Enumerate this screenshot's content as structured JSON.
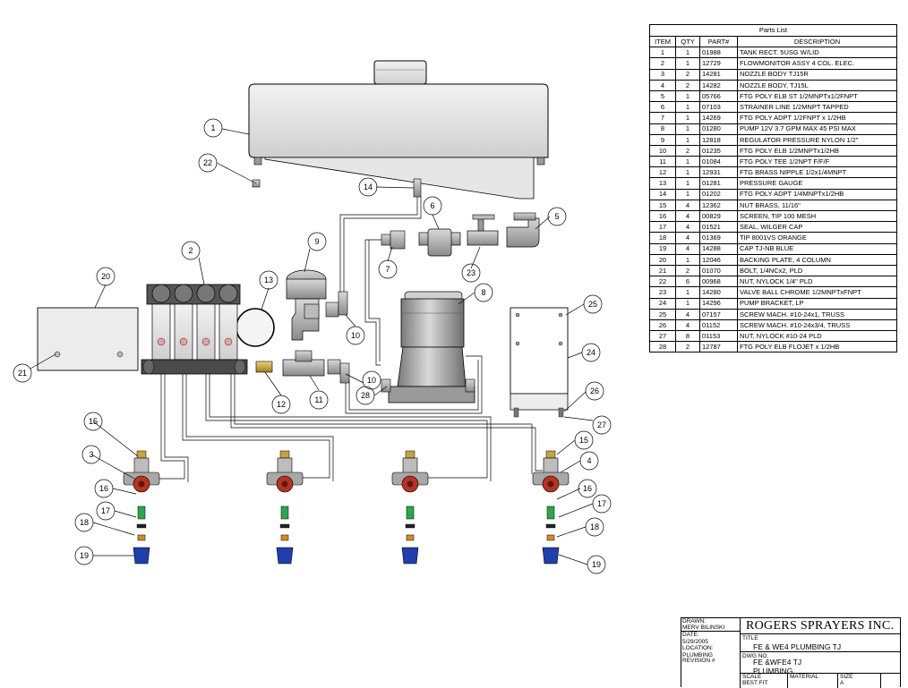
{
  "parts_list": {
    "title": "Parts List",
    "headers": {
      "item": "ITEM",
      "qty": "QTY",
      "part": "PART#",
      "description": "DESCRIPTION"
    },
    "rows": [
      {
        "item": "1",
        "qty": "1",
        "part": "01988",
        "description": "TANK RECT. 5USG W/LID"
      },
      {
        "item": "2",
        "qty": "1",
        "part": "12729",
        "description": "FLOWMONITOR ASSY 4 COL. ELEC."
      },
      {
        "item": "3",
        "qty": "2",
        "part": "14281",
        "description": "NOZZLE BODY TJ15R"
      },
      {
        "item": "4",
        "qty": "2",
        "part": "14282",
        "description": "NOZZLE BODY, TJ15L"
      },
      {
        "item": "5",
        "qty": "1",
        "part": "05766",
        "description": "FTG POLY ELB ST 1/2MNPTx1/2FNPT"
      },
      {
        "item": "6",
        "qty": "1",
        "part": "07103",
        "description": "STRAINER LINE 1/2MNPT TAPPED"
      },
      {
        "item": "7",
        "qty": "1",
        "part": "14269",
        "description": "FTG POLY ADPT 1/2FNPT x 1/2HB"
      },
      {
        "item": "8",
        "qty": "1",
        "part": "01280",
        "description": "PUMP 12V 3.7 GPM MAX 45 PSI MAX"
      },
      {
        "item": "9",
        "qty": "1",
        "part": "12818",
        "description": "REGULATOR PRESSURE NYLON 1/2\""
      },
      {
        "item": "10",
        "qty": "2",
        "part": "01235",
        "description": "FTG POLY ELB 1/2MNPTx1/2HB"
      },
      {
        "item": "11",
        "qty": "1",
        "part": "01084",
        "description": "FTG POLY TEE 1/2NPT F/F/F"
      },
      {
        "item": "12",
        "qty": "1",
        "part": "12931",
        "description": "FTG BRASS NIPPLE 1/2x1/4MNPT"
      },
      {
        "item": "13",
        "qty": "1",
        "part": "01281",
        "description": "PRESSURE GAUGE"
      },
      {
        "item": "14",
        "qty": "1",
        "part": "01202",
        "description": "FTG POLY ADPT 1/4MNPTx1/2HB"
      },
      {
        "item": "15",
        "qty": "4",
        "part": "12362",
        "description": "NUT BRASS, 11/16\""
      },
      {
        "item": "16",
        "qty": "4",
        "part": "00829",
        "description": "SCREEN, TIP 100 MESH"
      },
      {
        "item": "17",
        "qty": "4",
        "part": "01521",
        "description": "SEAL, WILGER CAP"
      },
      {
        "item": "18",
        "qty": "4",
        "part": "01369",
        "description": "TIP 8001VS ORANGE"
      },
      {
        "item": "19",
        "qty": "4",
        "part": "14288",
        "description": "CAP TJ-NB BLUE"
      },
      {
        "item": "20",
        "qty": "1",
        "part": "12046",
        "description": "BACKING PLATE, 4 COLUMN"
      },
      {
        "item": "21",
        "qty": "2",
        "part": "01070",
        "description": "BOLT, 1/4NCx2, PLD"
      },
      {
        "item": "22",
        "qty": "6",
        "part": "00968",
        "description": "NUT, NYLOCK 1/4\" PLD"
      },
      {
        "item": "23",
        "qty": "1",
        "part": "14280",
        "description": "VALVE BALL CHROME 1/2MNPTxFNPT"
      },
      {
        "item": "24",
        "qty": "1",
        "part": "14296",
        "description": "PUMP BRACKET, LP"
      },
      {
        "item": "25",
        "qty": "4",
        "part": "07157",
        "description": "SCREW MACH. #10-24x1, TRUSS"
      },
      {
        "item": "26",
        "qty": "4",
        "part": "01152",
        "description": "SCREW MACH. #10-24x3/4, TRUSS"
      },
      {
        "item": "27",
        "qty": "8",
        "part": "01153",
        "description": "NUT, NYLOCK #10-24 PLD"
      },
      {
        "item": "28",
        "qty": "2",
        "part": "12787",
        "description": "FTG POLY ELB FLOJET x 1/2HB"
      }
    ]
  },
  "callouts": [
    {
      "label": "1"
    },
    {
      "label": "22"
    },
    {
      "label": "14"
    },
    {
      "label": "6"
    },
    {
      "label": "5"
    },
    {
      "label": "7"
    },
    {
      "label": "23"
    },
    {
      "label": "2"
    },
    {
      "label": "9"
    },
    {
      "label": "13"
    },
    {
      "label": "8"
    },
    {
      "label": "20"
    },
    {
      "label": "21"
    },
    {
      "label": "10"
    },
    {
      "label": "10"
    },
    {
      "label": "12"
    },
    {
      "label": "11"
    },
    {
      "label": "28"
    },
    {
      "label": "25"
    },
    {
      "label": "24"
    },
    {
      "label": "26"
    },
    {
      "label": "27"
    },
    {
      "label": "15"
    },
    {
      "label": "3"
    },
    {
      "label": "16"
    },
    {
      "label": "17"
    },
    {
      "label": "18"
    },
    {
      "label": "19"
    },
    {
      "label": "15"
    },
    {
      "label": "4"
    },
    {
      "label": "16"
    },
    {
      "label": "17"
    },
    {
      "label": "18"
    },
    {
      "label": "19"
    }
  ],
  "title_block": {
    "drawn_label": "DRAWN:",
    "drawn_by": "MERV BILINSKI",
    "date_label": "DATE:",
    "date": "5/29/2005",
    "location_label": "LOCATION:",
    "location": "PLUMBING",
    "revision_label": "REVISION #",
    "company": "ROGERS SPRAYERS INC.",
    "title_label": "TITLE",
    "title": "FE & WE4 PLUMBING TJ",
    "dwg_label": "DWG NO.",
    "dwg_no": "FE &WFE4 TJ",
    "dwg_no_line2": "PLUMBING",
    "scale_label": "SCALE",
    "scale": "BEST FIT",
    "material_label": "MATERIAL",
    "size_label": "SIZE",
    "size": "A"
  },
  "colors": {
    "line": "#000000",
    "nozzle_cap_blue": "#1f3fae",
    "nozzle_valve_red": "#b8331f",
    "tip_orange": "#d98a1c",
    "screen_green": "#2aa84a",
    "brass_nut": "#c9a33a",
    "part_gray": "#8c8c8c"
  }
}
